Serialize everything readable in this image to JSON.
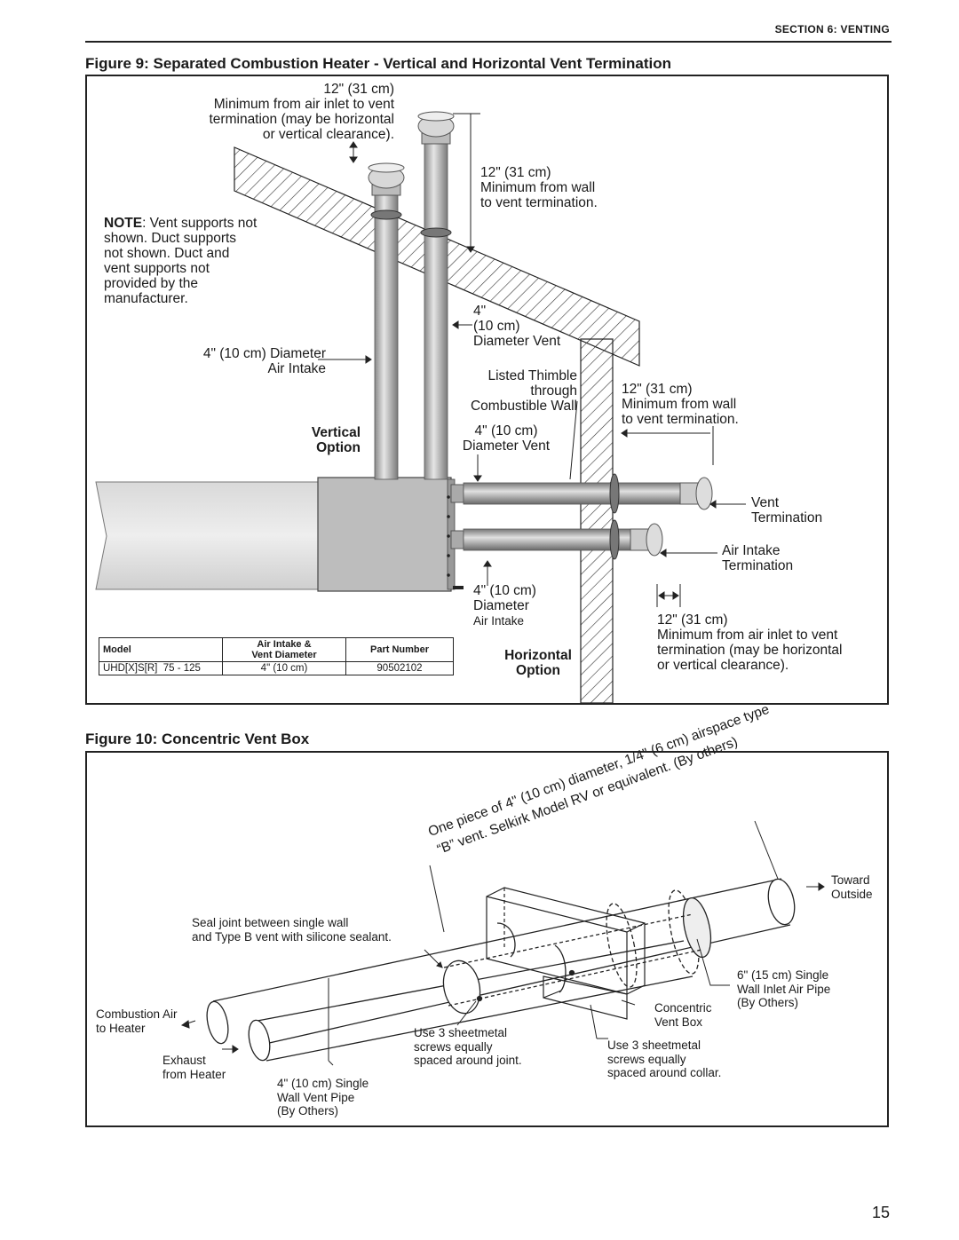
{
  "header": {
    "section": "SECTION 6: VENTING"
  },
  "figure9": {
    "title": "Figure 9: Separated Combustion Heater - Vertical and Horizontal Vent Termination",
    "callouts": {
      "top_clearance": "12\" (31 cm)\nMinimum from air inlet to vent\ntermination (may be horizontal\nor vertical clearance).",
      "wall_clearance_top": "12\" (31 cm)\nMinimum from wall\nto vent termination.",
      "note_label": "NOTE",
      "note_text": ": Vent supports not\nshown. Duct supports\nnot shown. Duct and\nvent supports not\nprovided by the\nmanufacturer.",
      "air_intake_dia": "4\" (10 cm) Diameter\nAir Intake",
      "vent_dia_vertical": "4\"\n(10 cm)\nDiameter Vent",
      "thimble": "Listed Thimble\nthrough\nCombustible Wall",
      "wall_clearance_right": "12\" (31 cm)\nMinimum from wall\nto vent termination.",
      "vertical_option": "Vertical\nOption",
      "vent_dia_horizontal": "4\" (10 cm)\nDiameter Vent",
      "vent_termination": "Vent\nTermination",
      "air_intake_termination": "Air Intake\nTermination",
      "intake_dia_horizontal": "4\" (10 cm)\nDiameter",
      "intake_dia_horizontal_sub": "Air Intake",
      "bottom_clearance": "12\" (31 cm)\nMinimum from air inlet to vent\ntermination (may be horizontal\nor vertical clearance).",
      "horizontal_option": "Horizontal\nOption"
    },
    "table": {
      "headers": [
        "Model",
        "Air Intake &\nVent Diameter",
        "Part Number"
      ],
      "rows": [
        [
          "UHD[X]S[R]  75 - 125",
          "4\" (10 cm)",
          "90502102"
        ]
      ]
    }
  },
  "figure10": {
    "title": "Figure 10: Concentric Vent Box",
    "callouts": {
      "pipe_spec_line1": "One piece of 4\" (10 cm) diameter, 1/4\" (6 cm) airspace type",
      "pipe_spec_line2": "“B” vent. Selkirk Model RV or equivalent. (By others)",
      "toward_outside": "Toward\nOutside",
      "seal_joint": "Seal joint between single wall\nand Type B vent with silicone sealant.",
      "inlet_pipe": "6\" (15 cm) Single\nWall Inlet Air Pipe\n(By Others)",
      "combustion_air": "Combustion Air\nto Heater",
      "concentric_box": "Concentric\nVent Box",
      "screws_joint": "Use 3 sheetmetal\nscrews equally\nspaced around joint.",
      "screws_collar": "Use 3 sheetmetal\nscrews equally\nspaced around collar.",
      "exhaust": "Exhaust\nfrom Heater",
      "vent_pipe": "4\" (10 cm) Single\nWall Vent Pipe\n(By Others)"
    }
  },
  "page_number": "15"
}
